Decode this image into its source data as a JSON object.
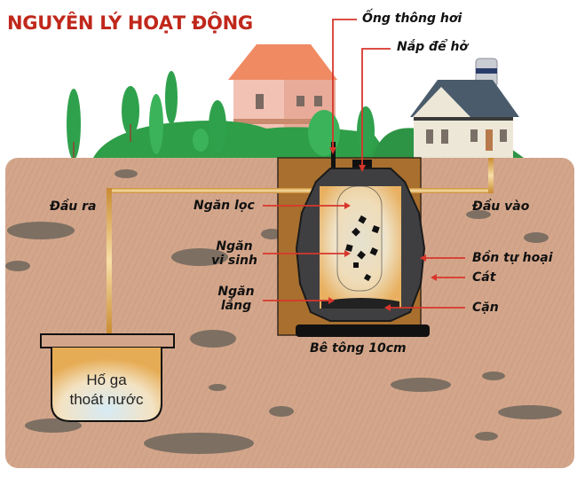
{
  "title": "NGUYÊN LÝ HOẠT ĐỘNG",
  "labels": {
    "vent_pipe": "Ống thông hơi",
    "open_lid": "Nắp để hở",
    "outlet": "Đầu ra",
    "inlet": "Đầu vào",
    "filter_chamber": "Ngăn lọc",
    "bio_chamber_line1": "Ngăn",
    "bio_chamber_line2": "vi sinh",
    "settling_chamber_line1": "Ngăn",
    "settling_chamber_line2": "lắng",
    "septic_tank": "Bồn tự hoại",
    "sand": "Cát",
    "sediment": "Cặn",
    "concrete_base": "Bê tông 10cm",
    "drain_pit_line1": "Hố ga",
    "drain_pit_line2": "thoát nước"
  },
  "colors": {
    "title": "#c0281c",
    "arrow": "#e0322a",
    "soil": "#d2a58a",
    "sand_pit": "#a86f2e",
    "tank": "#3f3f41",
    "grass": "#2e9e48",
    "pipe": "#e8b86a"
  }
}
